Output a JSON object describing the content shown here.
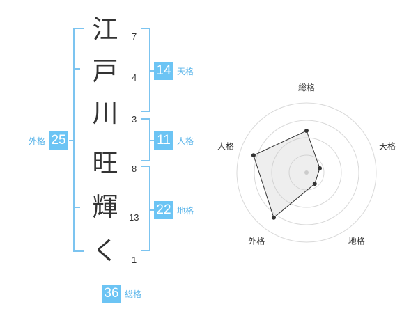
{
  "name": {
    "characters": [
      {
        "char": "江",
        "strokes": "7"
      },
      {
        "char": "戸",
        "strokes": "4"
      },
      {
        "char": "川",
        "strokes": "3"
      },
      {
        "char": "旺",
        "strokes": "8"
      },
      {
        "char": "輝",
        "strokes": "13"
      },
      {
        "char": "く",
        "strokes": "1"
      }
    ]
  },
  "fortunes": {
    "tenkaku": {
      "value": "14",
      "label": "天格"
    },
    "jinkaku": {
      "value": "11",
      "label": "人格"
    },
    "chikaku": {
      "value": "22",
      "label": "地格"
    },
    "gaikaku": {
      "value": "25",
      "label": "外格"
    },
    "soukaku": {
      "value": "36",
      "label": "総格"
    }
  },
  "colors": {
    "accent": "#6cc4f4",
    "bracket": "#7cc4f0",
    "text": "#333333"
  },
  "chart_data": {
    "type": "radar",
    "axes": [
      "総格",
      "天格",
      "地格",
      "外格",
      "人格"
    ],
    "values": [
      3,
      1,
      1,
      4,
      4
    ],
    "max": 5,
    "rings": 4
  }
}
